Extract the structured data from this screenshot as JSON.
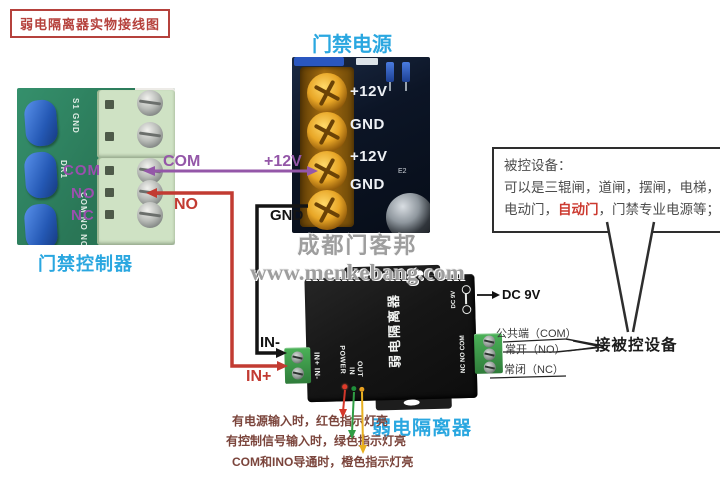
{
  "colors": {
    "accent_blue": "#2aa7e0",
    "title_red": "#b5413c",
    "wire_purple": "#9457a8",
    "wire_red": "#c23b32",
    "wire_black": "#141414",
    "callout_red": "#cc3a30",
    "note_text": "#7b453c",
    "led_red": "#d4372a",
    "led_green": "#2f9e44",
    "led_orange": "#e8b020"
  },
  "title_box": {
    "label": "弱电隔离器实物接线图"
  },
  "psu": {
    "title": "门禁电源",
    "terminal_labels": [
      "+12V",
      "GND",
      "+12V",
      "GND"
    ],
    "e2": "E2"
  },
  "controller": {
    "title": "门禁控制器",
    "silk_top": "S1 GND",
    "silk_mid": "DR1",
    "silk_bot": "COM NO NC",
    "pin_labels": [
      "COM",
      "NO",
      "NC"
    ]
  },
  "wire_labels": {
    "com": "COM",
    "plus12v": "+12V",
    "no": "NO",
    "gnd": "GND",
    "in_minus": "IN-",
    "in_plus": "IN+"
  },
  "callout": {
    "title": "被控设备：",
    "line2": "可以是三辊闸，道闸，摆闸，电梯，",
    "line3_a": "电动门，",
    "line3_red": "自动门",
    "line3_b": "，门禁专业电源等；"
  },
  "isolator": {
    "name": "弱电隔离器",
    "face_text": "弱电隔离器",
    "silk_in": "IN+ IN-",
    "silk_out": "NC NO COM",
    "silk_dc": "DC 9V",
    "led_labels": [
      "POWER",
      "IN",
      "OUT"
    ]
  },
  "right_side": {
    "dc_label": "DC 9V",
    "com": "公共端（COM）",
    "no": "常开（NO）",
    "nc": "常闭（NC）",
    "target": "接被控设备"
  },
  "notes": [
    "有电源输入时，红色指示灯亮",
    "有控制信号输入时，绿色指示灯亮",
    "COM和INO导通时，橙色指示灯亮"
  ],
  "watermark": {
    "line1": "成都门客邦",
    "line2": "www.menkebang.com"
  }
}
